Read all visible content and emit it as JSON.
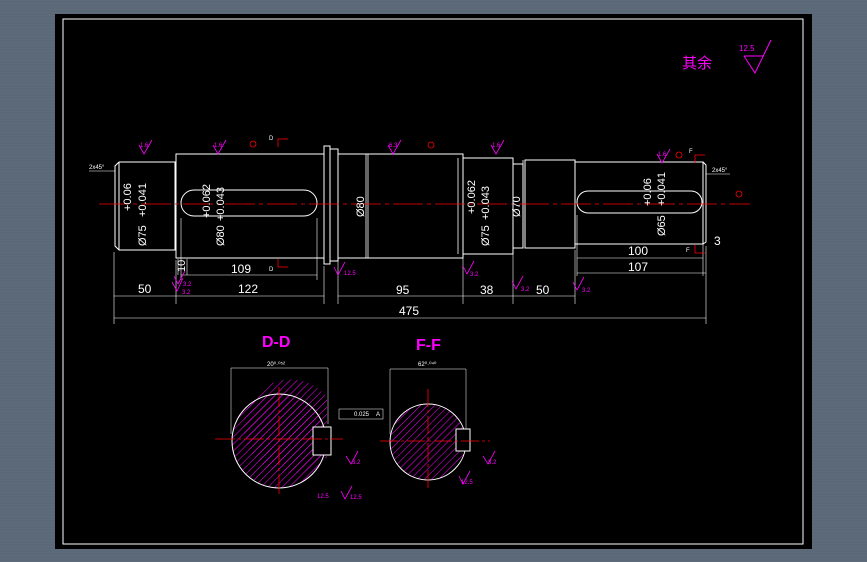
{
  "drawing": {
    "note_text": "其余",
    "note_roughness": "12.5",
    "dimensions": {
      "len_50_left": "50",
      "len_122": "122",
      "len_109": "109",
      "len_95": "95",
      "len_38": "38",
      "len_50_right": "50",
      "len_475": "475",
      "len_100": "100",
      "len_107": "107",
      "len_3": "3",
      "len_10": "10",
      "dia_75_left": "Ø75",
      "tol_75_left_upper": "+0.06",
      "tol_75_left_lower": "+0.041",
      "dia_80_left": "Ø80",
      "tol_80_upper": "+0.062",
      "tol_80_lower": "+0.043",
      "dia_80_mid": "Ø80",
      "dia_75_right": "Ø75",
      "tol_75_right_upper": "+0.062",
      "tol_75_right_lower": "+0.043",
      "dia_70": "Ø70",
      "dia_65": "Ø65",
      "tol_65_upper": "+0.06",
      "tol_65_lower": "+0.041"
    },
    "chamfers": {
      "left": "2x45°",
      "right": "2x45°"
    },
    "roughness": {
      "r1": "1.6",
      "r2": "1.6",
      "r3": "6.3",
      "r4": "1.6",
      "r5": "1.6",
      "r6": "3.2",
      "r7": "3.2",
      "r8": "3.2",
      "r9": "3.2",
      "r10": "3.2",
      "r11": "12.5",
      "r12": "12.5",
      "r13": "12.5",
      "r14": "12.5",
      "r15": "3.2",
      "r16": "3.2"
    },
    "section_markers": {
      "d_top": "D",
      "d_bottom": "D",
      "f_top": "F",
      "f_bottom": "F"
    },
    "sections": {
      "dd_title": "D-D",
      "dd_width": "20⁰·⁰⁵²",
      "dd_tolerance": "0.025",
      "dd_datum": "A",
      "ff_title": "F-F",
      "ff_width": "62⁰·⁰⁴⁰"
    },
    "colors": {
      "outline": "#ffffff",
      "centerline": "#ff0000",
      "annotation": "#ff00ff",
      "border": "#ffffff"
    }
  }
}
